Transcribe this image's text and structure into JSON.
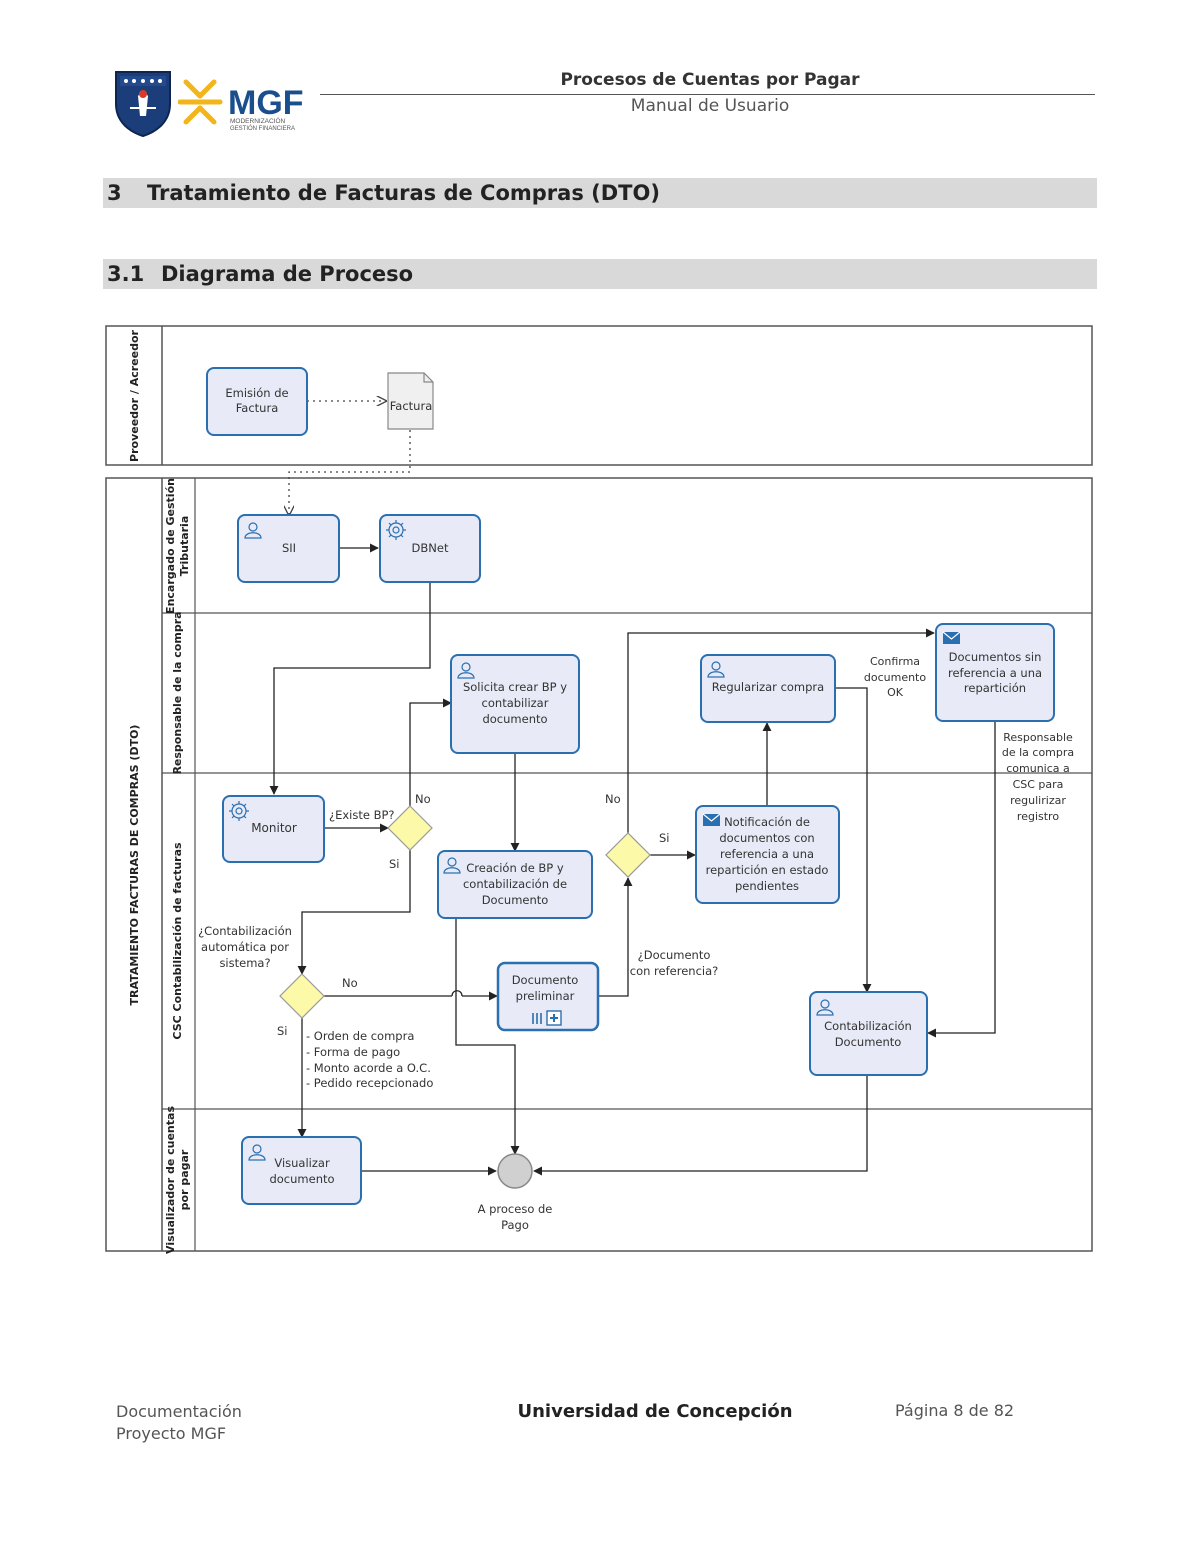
{
  "header": {
    "title": "Procesos de Cuentas por Pagar",
    "subtitle": "Manual de Usuario",
    "logo_text": "MGF",
    "logo_subtext_1": "MODERNIZACIÓN",
    "logo_subtext_2": "GESTIÓN FINANCIERA"
  },
  "sections": {
    "s1_num": "3",
    "s1_title": "Tratamiento de Facturas de Compras (DTO)",
    "s2_num": "3.1",
    "s2_title": "Diagrama de Proceso"
  },
  "diagram": {
    "pool_top_label": "Proveedor / Acreedor",
    "pool_main_label": "TRATAMIENTO FACTURAS DE COMPRAS (DTO)",
    "lanes": {
      "tributaria_1": "Encargado de Gestión",
      "tributaria_2": "Tributaria",
      "responsable": "Responsable de la compra",
      "csc": "CSC Contabilización de facturas",
      "visualizador_1": "Visualizador de cuentas",
      "visualizador_2": "por pagar"
    },
    "tasks": {
      "emision_1": "Emisión de",
      "emision_2": "Factura",
      "factura_doc": "Factura",
      "sii": "SII",
      "dbnet": "DBNet",
      "monitor": "Monitor",
      "solicita_1": "Solicita crear BP y",
      "solicita_2": "contabilizar",
      "solicita_3": "documento",
      "creacion_1": "Creación de BP y",
      "creacion_2": "contabilización de",
      "creacion_3": "Documento",
      "doc_prelim_1": "Documento",
      "doc_prelim_2": "preliminar",
      "regularizar": "Regularizar compra",
      "docs_sin_1": "Documentos sin",
      "docs_sin_2": "referencia a una",
      "docs_sin_3": "repartición",
      "notif_1": "Notificación de",
      "notif_2": "documentos  con",
      "notif_3": "referencia a una",
      "notif_4": "repartición en estado",
      "notif_5": "pendientes",
      "contab_1": "Contabilización",
      "contab_2": "Documento",
      "visualizar_1": "Visualizar",
      "visualizar_2": "documento"
    },
    "labels": {
      "existe_bp": "¿Existe BP?",
      "no_1": "No",
      "si_1": "Si",
      "contab_auto_1": "¿Contabilización",
      "contab_auto_2": "automática por",
      "contab_auto_3": "sistema?",
      "no_2": "No",
      "si_2": "Si",
      "cond_1": "- Orden de compra",
      "cond_2": "- Forma de pago",
      "cond_3": "- Monto acorde a O.C.",
      "cond_4": "- Pedido recepcionado",
      "no_3": "No",
      "si_3": "Si",
      "doc_ref_1": "¿Documento",
      "doc_ref_2": "con referencia?",
      "confirma_1": "Confirma",
      "confirma_2": "documento",
      "confirma_3": "OK",
      "resp_1": "Responsable",
      "resp_2": "de la compra",
      "resp_3": "comunica a",
      "resp_4": "CSC para",
      "resp_5": "regulirizar",
      "resp_6": "registro",
      "end_1": "A proceso de",
      "end_2": "Pago"
    }
  },
  "footer": {
    "left_1": "Documentación",
    "left_2": "Proyecto MGF",
    "center": "Universidad de Concepción",
    "right": "Página 8 de 82"
  },
  "colors": {
    "task_fill": "#e8ebf7",
    "task_stroke": "#2a6fb0",
    "gateway_fill": "#fcf9a8",
    "lane_stroke": "#555555",
    "section_bg": "#d9d9d9",
    "brand_blue": "#1b4e8c",
    "brand_yellow": "#f2b51b"
  }
}
